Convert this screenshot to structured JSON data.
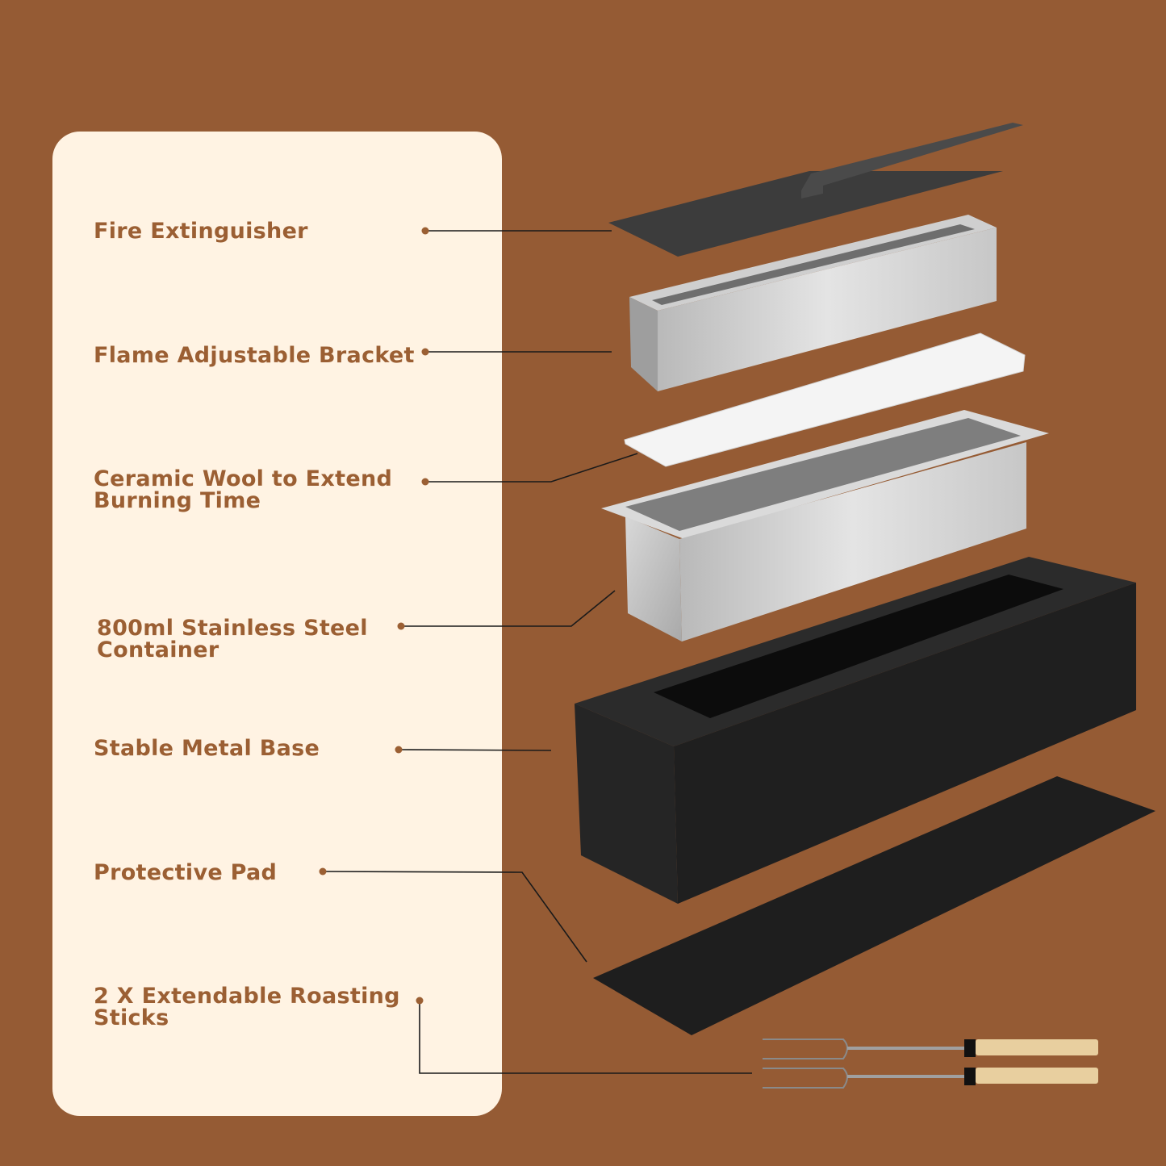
{
  "title": "Tabletop fire pit parts diagram",
  "colors": {
    "background": "#955b34",
    "panel": "#fff3e3",
    "label_text": "#9b5f33"
  },
  "parts": [
    {
      "label": "Fire Extinguisher"
    },
    {
      "label": "Flame Adjustable Bracket"
    },
    {
      "label_line1": "Ceramic Wool to Extend",
      "label_line2": "Burning Time"
    },
    {
      "label_line1": "800ml Stainless Steel",
      "label_line2": "Container"
    },
    {
      "label": "Stable Metal Base"
    },
    {
      "label": "Protective Pad"
    },
    {
      "label_line1": "2 X Extendable Roasting",
      "label_line2": "Sticks"
    }
  ]
}
